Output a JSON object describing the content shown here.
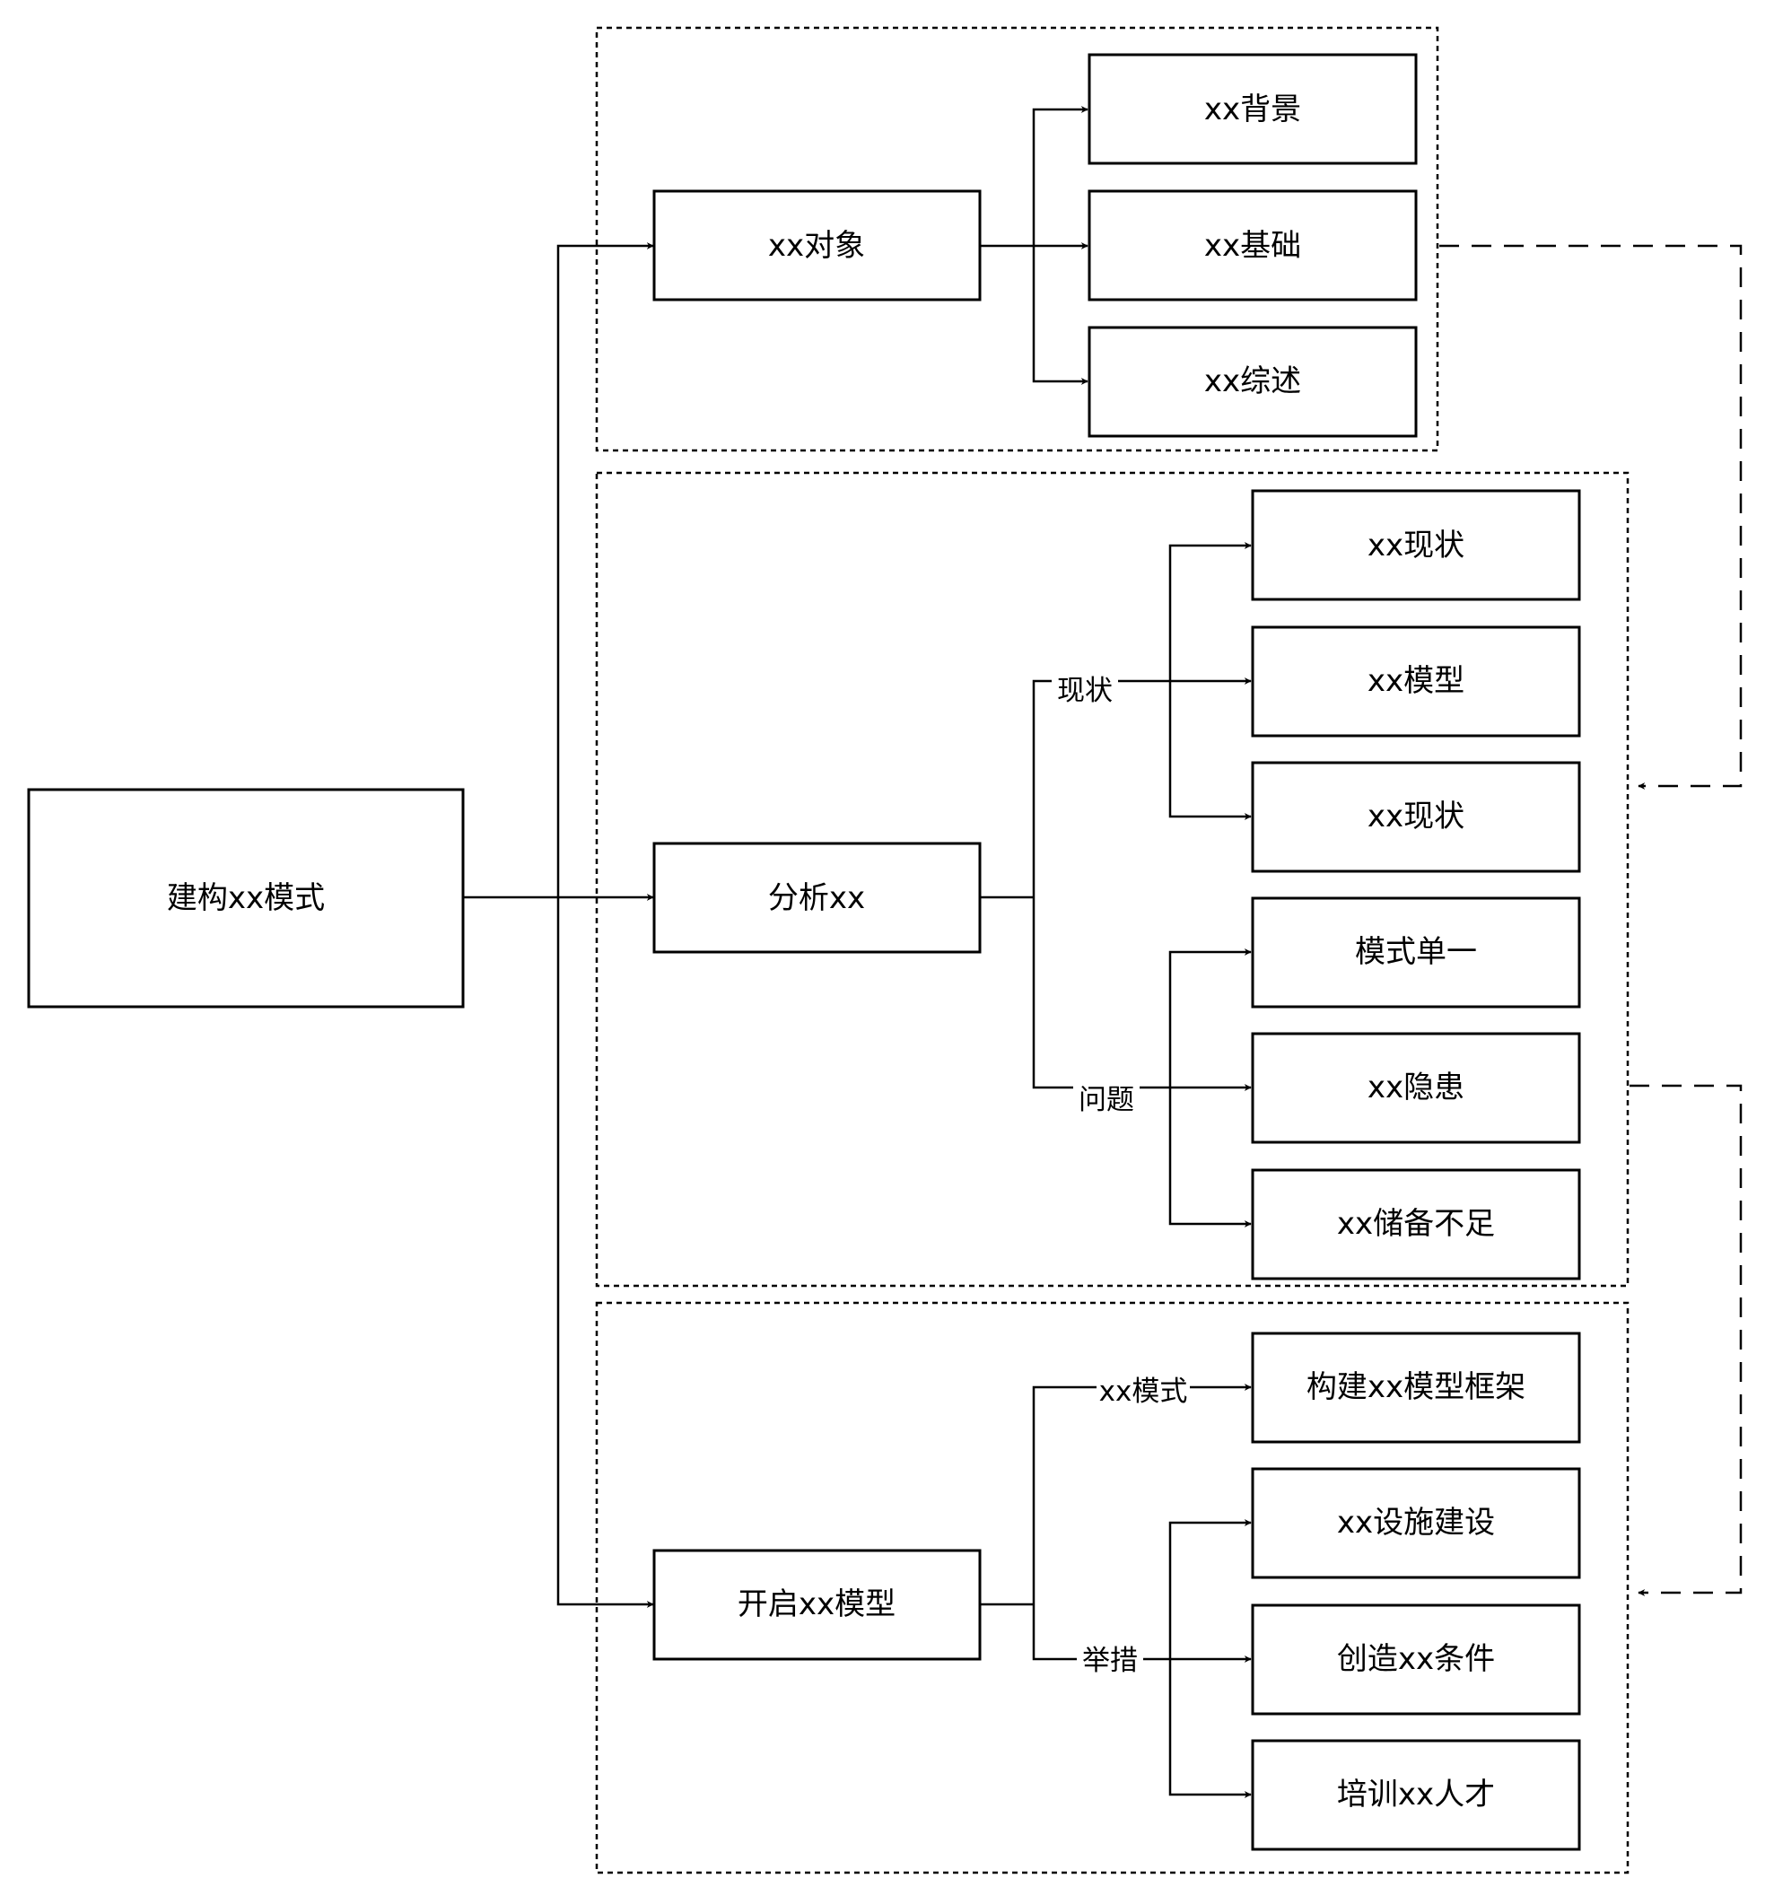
{
  "nodes": {
    "root": "建构xx模式",
    "object": "xx对象",
    "background": "xx背景",
    "foundation": "xx基础",
    "review": "xx综述",
    "analysis": "分析xx",
    "status_1": "xx现状",
    "model": "xx模型",
    "status_2": "xx现状",
    "single_mode": "模式单一",
    "hazard": "xx隐患",
    "shortage": "xx储备不足",
    "open_model": "开启xx模型",
    "framework": "构建xx模型框架",
    "facilities": "xx设施建设",
    "conditions": "创造xx条件",
    "talent": "培训xx人才"
  },
  "edge_labels": {
    "status": "现状",
    "problem": "问题",
    "mode": "xx模式",
    "measures": "举措"
  }
}
